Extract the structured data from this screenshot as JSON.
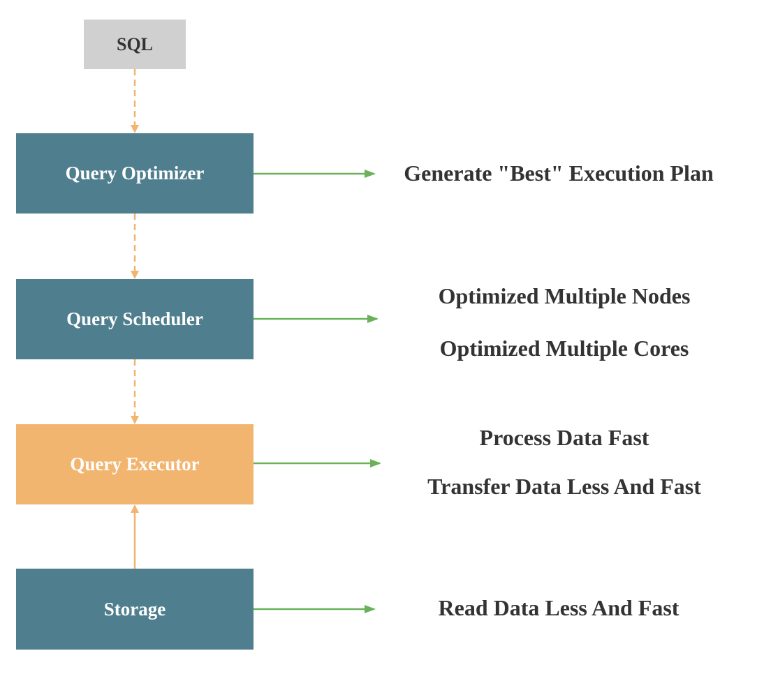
{
  "nodes": {
    "sql": "SQL",
    "optimizer": "Query Optimizer",
    "scheduler": "Query Scheduler",
    "executor": "Query Executor",
    "storage": "Storage"
  },
  "notes": {
    "optimizer": [
      "Generate \"Best\" Execution Plan"
    ],
    "scheduler": [
      "Optimized Multiple Nodes",
      "Optimized Multiple Cores"
    ],
    "executor": [
      "Process Data Fast",
      "Transfer Data Less And Fast"
    ],
    "storage": [
      "Read Data Less And Fast"
    ]
  },
  "colors": {
    "sql_box": "#d0d0d0",
    "stage_box": "#4f7f8e",
    "executor_box": "#f2b570",
    "flow_arrow": "#f2b570",
    "output_arrow": "#6ab15a",
    "text_dark": "#333333"
  }
}
